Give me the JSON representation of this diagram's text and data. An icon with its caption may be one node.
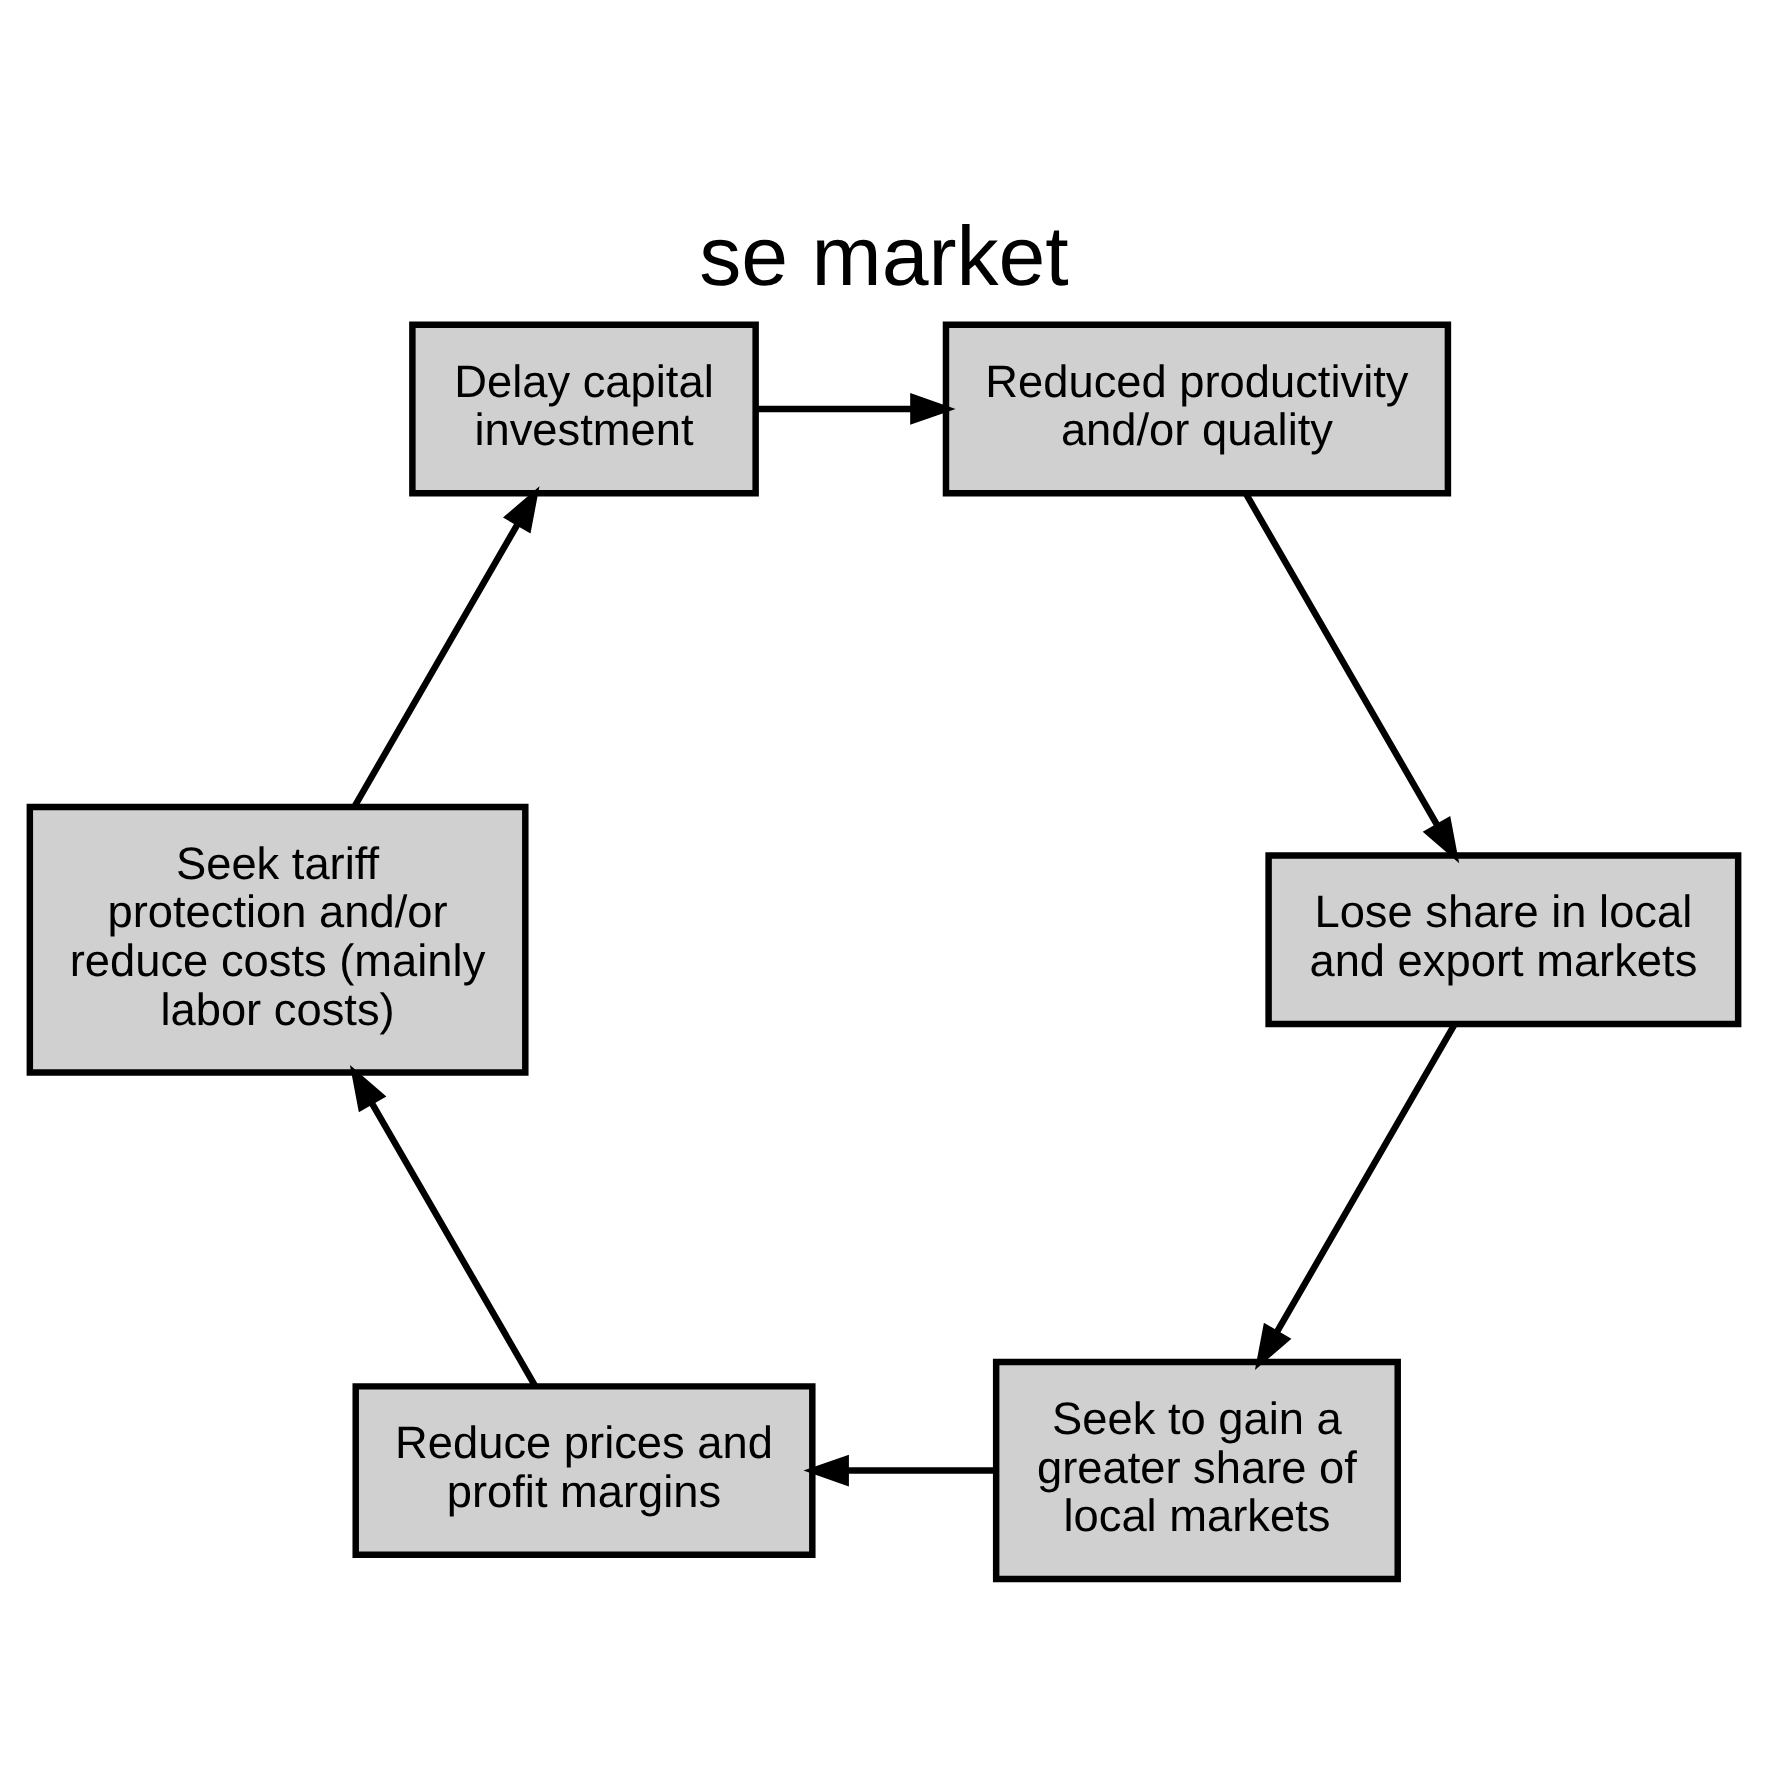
{
  "diagram": {
    "title": "se market",
    "nodes": [
      {
        "text": [
          "Seek to gain a greater share of local markets"
        ]
      },
      {
        "text": [
          "Reduce prices and profit margins"
        ]
      },
      {
        "text": [
          "Seek tariff protection and/or reduce costs (mainly labor costs)"
        ]
      },
      {
        "text": [
          "Delay capital investment"
        ]
      },
      {
        "text": [
          "Reduced productivity and/or quality"
        ]
      },
      {
        "text": [
          "Lose share in local and export markets"
        ]
      }
    ],
    "edges": [
      {
        "from": 0,
        "to": 1,
        "arrow": "to"
      },
      {
        "from": 1,
        "to": 2,
        "arrow": "to"
      },
      {
        "from": 2,
        "to": 3,
        "arrow": "to"
      },
      {
        "from": 3,
        "to": 4,
        "arrow": "to"
      },
      {
        "from": 4,
        "to": 5,
        "arrow": "to"
      },
      {
        "from": 5,
        "to": 0,
        "arrow": "to"
      }
    ]
  }
}
